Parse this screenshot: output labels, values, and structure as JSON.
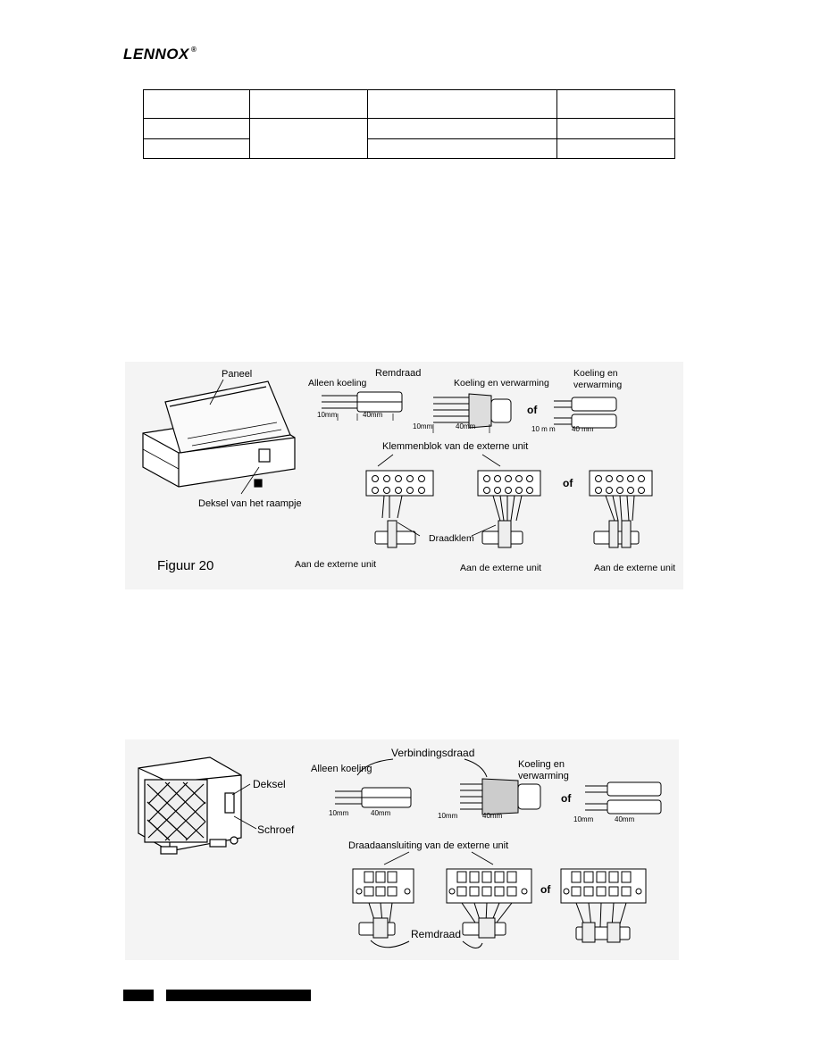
{
  "header": {
    "brand": "LENNOX",
    "brand_mark": "®"
  },
  "figure20": {
    "caption": "Figuur 20",
    "labels": {
      "panel": "Paneel",
      "window_cover": "Deksel van het raampje",
      "brake_wire": "Remdraad",
      "cooling_only": "Alleen koeling",
      "cooling_heating": "Koeling en verwarming",
      "cooling_heating_line1": "Koeling en",
      "cooling_heating_line2": "verwarming",
      "or": "of",
      "terminal_block": "Klemmenblok van de externe unit",
      "wire_clamp": "Draadklem",
      "to_outdoor_unit": "Aan de externe unit",
      "dim_10": "10mm",
      "dim_40": "40mm",
      "dim_10b": "10 m m",
      "dim_40b": "40 mm"
    }
  },
  "figure21": {
    "labels": {
      "cover": "Deksel",
      "screw": "Schroef",
      "connection_wire": "Verbindingsdraad",
      "cooling_only": "Alleen koeling",
      "cooling_heating_line1": "Koeling en",
      "cooling_heating_line2": "verwarming",
      "or": "of",
      "outdoor_terminal": "Draadaansluiting van de externe unit",
      "brake_wire": "Remdraad",
      "dim_10": "10mm",
      "dim_40": "40mm"
    }
  }
}
